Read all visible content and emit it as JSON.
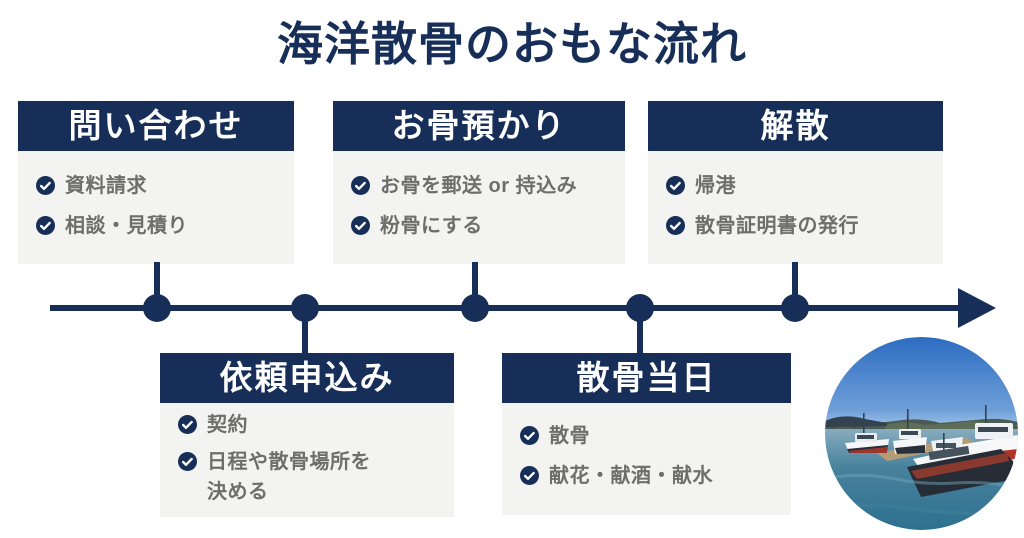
{
  "title": "海洋散骨のおもな流れ",
  "steps": [
    {
      "title": "問い合わせ",
      "items": [
        "資料請求",
        "相談・見積り"
      ]
    },
    {
      "title": "依頼申込み",
      "items": [
        "契約",
        "日程や散骨場所を\n決める"
      ]
    },
    {
      "title": "お骨預かり",
      "items": [
        "お骨を郵送 or 持込み",
        "粉骨にする"
      ]
    },
    {
      "title": "散骨当日",
      "items": [
        "散骨",
        "献花・献酒・献水"
      ]
    },
    {
      "title": "解散",
      "items": [
        "帰港",
        "散骨証明書の発行"
      ]
    }
  ],
  "icons": {
    "item_bullet": "check-circle-icon",
    "timeline_end": "arrow-right-icon"
  },
  "colors": {
    "navy": "#172f58",
    "panel_bg": "#f3f3f1",
    "item_text": "#6e6e6e",
    "header_text": "#ffffff"
  }
}
